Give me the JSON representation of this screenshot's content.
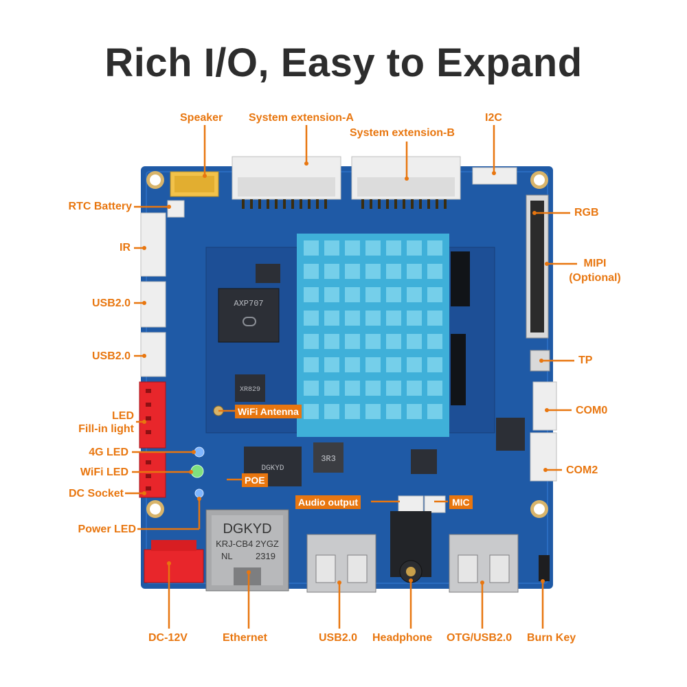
{
  "title": "Rich I/O, Easy to Expand",
  "accent_color": "#e8760f",
  "board_color": "#1f5aa6",
  "heatsink_color": "#3fb0d9",
  "labels": {
    "speaker": "Speaker",
    "sys_ext_a": "System extension-A",
    "sys_ext_b": "System extension-B",
    "i2c": "I2C",
    "rtc_battery": "RTC Battery",
    "ir": "IR",
    "usb20_left_1": "USB2.0",
    "usb20_left_2": "USB2.0",
    "led_fill_line1": "LED",
    "led_fill_line2": "Fill-in light",
    "led_4g": "4G LED",
    "wifi_led": "WiFi LED",
    "dc_socket": "DC Socket",
    "power_led": "Power LED",
    "rgb": "RGB",
    "mipi_line1": "MIPI",
    "mipi_line2": "(Optional)",
    "tp": "TP",
    "com0": "COM0",
    "com2": "COM2",
    "dc_12v": "DC-12V",
    "ethernet": "Ethernet",
    "usb20_bottom": "USB2.0",
    "headphone": "Headphone",
    "otg_usb20": "OTG/USB2.0",
    "burn_key": "Burn Key"
  },
  "tags": {
    "wifi_antenna": "WiFi Antenna",
    "poe": "POE",
    "audio_output": "Audio output",
    "mic": "MIC"
  },
  "chip_text": {
    "soc": "AXP707",
    "codec": "XR829",
    "rj45_brand": "DGKYD",
    "rj45_model": "KRJ-CB4 2YGZ",
    "rj45_country": "NL",
    "rj45_date": "2319",
    "poe_module": "DGKYD",
    "inductor": "3R3"
  }
}
